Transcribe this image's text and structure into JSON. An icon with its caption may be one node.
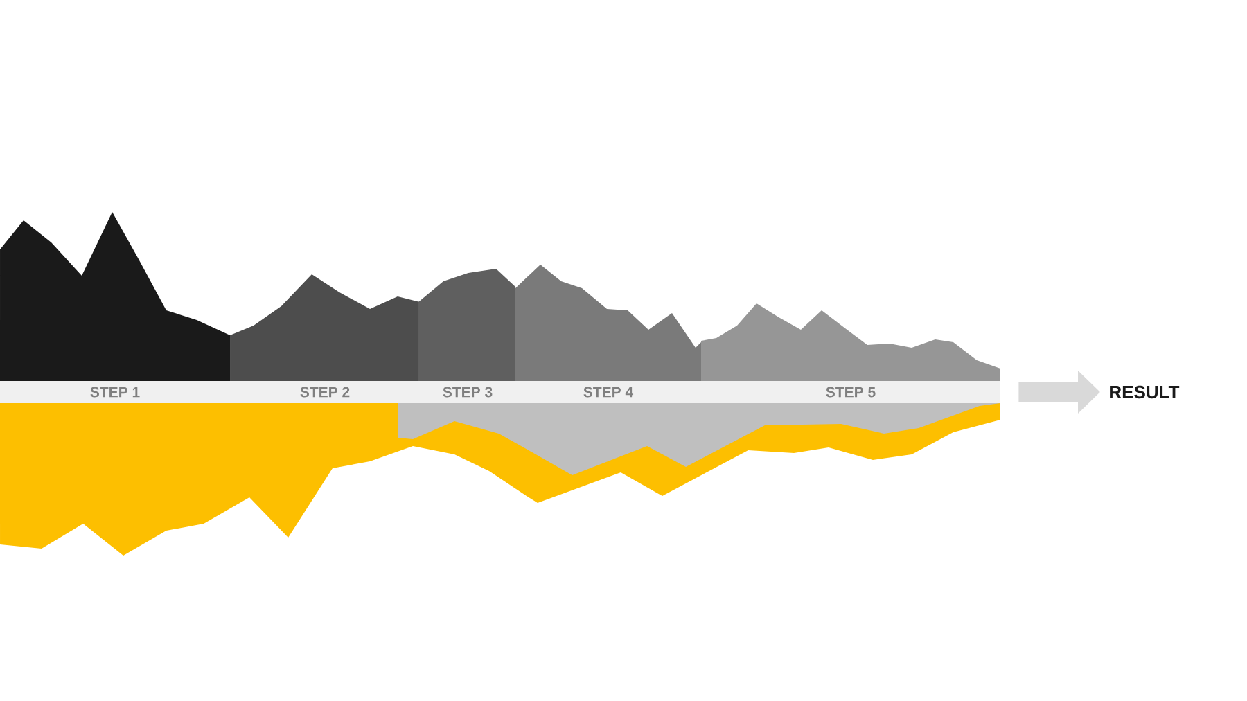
{
  "diagram": {
    "nodes": [
      {
        "text": [
          "STEP 1"
        ]
      },
      {
        "text": [
          "STEP 2"
        ]
      },
      {
        "text": [
          "STEP 3"
        ]
      },
      {
        "text": [
          "STEP 4"
        ]
      },
      {
        "text": [
          "STEP 5"
        ]
      },
      {
        "text": [
          "RESULT"
        ]
      }
    ],
    "edges": [
      {
        "from": 4,
        "to": 5,
        "arrow": "to",
        "color": "#d9d9d9"
      }
    ]
  }
}
